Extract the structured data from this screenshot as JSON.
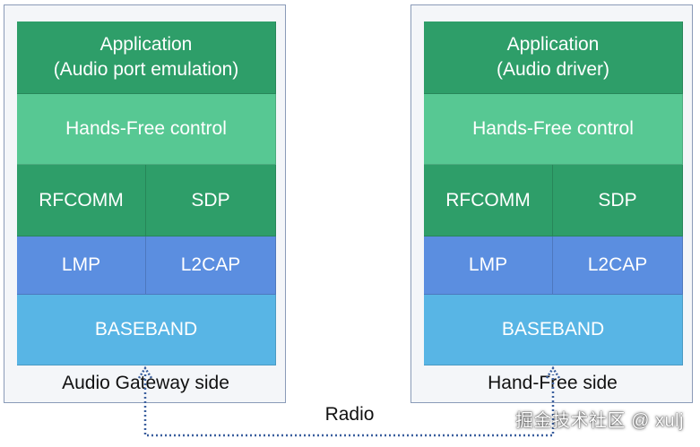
{
  "left": {
    "application": {
      "line1": "Application",
      "line2": "(Audio port emulation)"
    },
    "hands_free": "Hands-Free control",
    "rfcomm": "RFCOMM",
    "sdp": "SDP",
    "lmp": "LMP",
    "l2cap": "L2CAP",
    "baseband": "BASEBAND",
    "caption": "Audio Gateway side"
  },
  "right": {
    "application": {
      "line1": "Application",
      "line2": "(Audio driver)"
    },
    "hands_free": "Hands-Free control",
    "rfcomm": "RFCOMM",
    "sdp": "SDP",
    "lmp": "LMP",
    "l2cap": "L2CAP",
    "baseband": "BASEBAND",
    "caption": "Hand-Free side"
  },
  "link": {
    "label": "Radio"
  },
  "watermark": "掘金技术社区 @ xulj",
  "colors": {
    "dark_green": "#2e9e69",
    "light_green": "#57c893",
    "blue": "#5b8ee0",
    "light_blue": "#58b5e5",
    "link": "#3a5f9e"
  }
}
